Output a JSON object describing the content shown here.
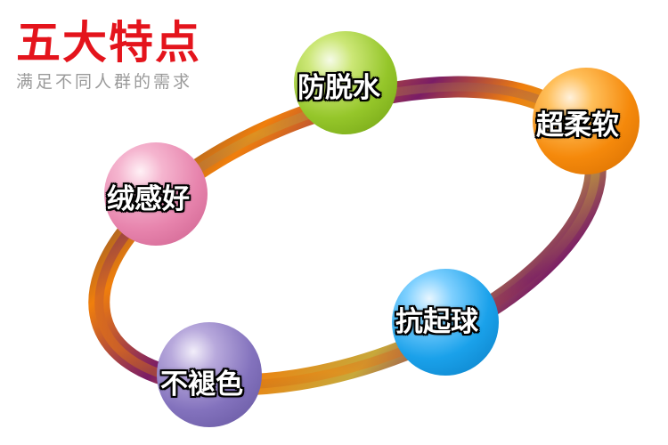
{
  "heading": {
    "title": "五大特点",
    "subtitle": "满足不同人群的需求"
  },
  "features": [
    {
      "label": "防脱水",
      "color": "#8cc63f"
    },
    {
      "label": "超柔软",
      "color": "#f7941d"
    },
    {
      "label": "绒感好",
      "color": "#e884ae"
    },
    {
      "label": "抗起球",
      "color": "#1aa3ec"
    },
    {
      "label": "不褪色",
      "color": "#7d6bb8"
    }
  ],
  "ring_colors": [
    "#f07f0c",
    "#c8a83a",
    "#7a1c66",
    "#4d4040"
  ]
}
